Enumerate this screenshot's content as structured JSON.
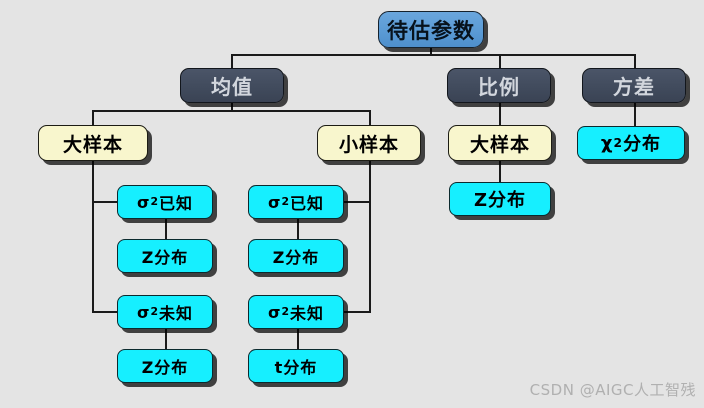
{
  "diagram": {
    "type": "tree",
    "title_node": "待估参数",
    "background_color": "#e4e4e4",
    "palette": {
      "root": "#5b9bd5",
      "category": "#424c5e",
      "sample": "#f8f6cd",
      "distribution": "#16efff",
      "line": "#1a1a1a"
    },
    "nodes": {
      "root": {
        "label": "待估参数",
        "style": "root"
      },
      "mean": {
        "label": "均值",
        "style": "category"
      },
      "proportion": {
        "label": "比例",
        "style": "category"
      },
      "variance": {
        "label": "方差",
        "style": "category"
      },
      "mean_large": {
        "label": "大样本",
        "style": "sample"
      },
      "mean_small": {
        "label": "小样本",
        "style": "sample"
      },
      "prop_large": {
        "label": "大样本",
        "style": "sample"
      },
      "chisq": {
        "label": "χ2分布",
        "base": "χ",
        "sup": "2",
        "tail": "分布",
        "style": "distribution"
      },
      "large_known": {
        "base": "σ",
        "sup": "2",
        "tail": "已知",
        "label": "σ2已知",
        "style": "distribution"
      },
      "large_known_dist": {
        "label": "Z分布",
        "style": "distribution"
      },
      "large_unknown": {
        "base": "σ",
        "sup": "2",
        "tail": "未知",
        "label": "σ2未知",
        "style": "distribution"
      },
      "large_unknown_dist": {
        "label": "Z分布",
        "style": "distribution"
      },
      "small_known": {
        "base": "σ",
        "sup": "2",
        "tail": "已知",
        "label": "σ2已知",
        "style": "distribution"
      },
      "small_known_dist": {
        "label": "Z分布",
        "style": "distribution"
      },
      "small_unknown": {
        "base": "σ",
        "sup": "2",
        "tail": "未知",
        "label": "σ2未知",
        "style": "distribution"
      },
      "small_unknown_dist": {
        "label": "t分布",
        "style": "distribution"
      },
      "prop_dist": {
        "label": "Z分布",
        "style": "distribution"
      }
    }
  },
  "watermark": {
    "text": "CSDN @AIGC人工智残"
  }
}
